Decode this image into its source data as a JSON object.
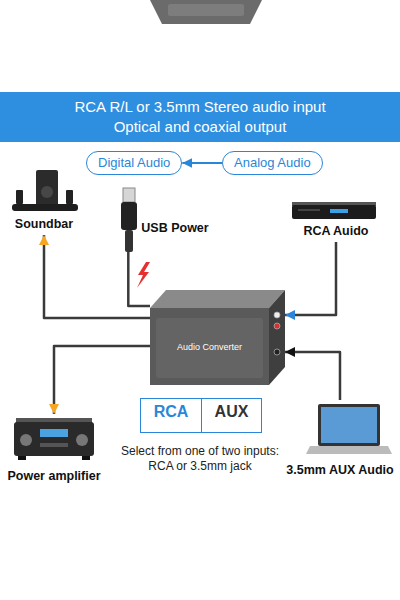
{
  "diagram": {
    "title": "RCA R/L or 3.5mm Stereo audio input Optical and coaxial output",
    "nodes": [
      {
        "text": [
          "Digital Audio"
        ]
      },
      {
        "text": [
          "Analog Audio"
        ]
      },
      {
        "text": [
          "Soundbar"
        ]
      },
      {
        "text": [
          "USB Power"
        ]
      },
      {
        "text": [
          "RCA Auido"
        ]
      },
      {
        "text": [
          "Audio Converter"
        ]
      },
      {
        "text": [
          "RCA",
          "AUX"
        ]
      },
      {
        "text": [
          "Power amplifier"
        ]
      },
      {
        "text": [
          "3.5mm AUX Audio"
        ]
      }
    ],
    "edges": [
      {
        "from": 1,
        "to": 0,
        "arrow": "to"
      },
      {
        "from": 3,
        "to": 5,
        "arrow": "none"
      },
      {
        "from": 5,
        "to": 2,
        "arrow": "to"
      },
      {
        "from": 4,
        "to": 5,
        "arrow": "to"
      },
      {
        "from": 5,
        "to": 7,
        "arrow": "to"
      },
      {
        "from": 8,
        "to": 5,
        "arrow": "to"
      }
    ],
    "labels": [
      "Select from one of two inputs: RCA or 3.5mm jack"
    ]
  }
}
